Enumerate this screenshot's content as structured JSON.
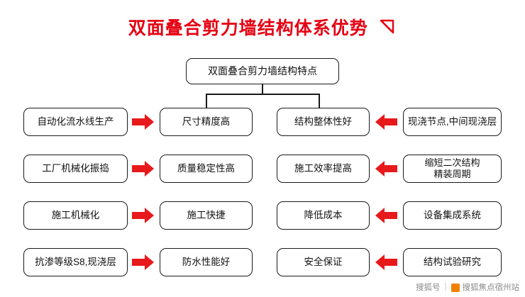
{
  "title": {
    "text": "双面叠合剪力墙结构体系优势",
    "color": "#e60012",
    "arrow_icon": "down-right-arrow-icon"
  },
  "diagram": {
    "head": {
      "label": "双面叠合剪力墙结构特点"
    },
    "arrow_color": "#e8191b",
    "columns": {
      "left_outer": [
        {
          "label": "自动化流水线生产"
        },
        {
          "label": "工厂机械化振捣"
        },
        {
          "label": "施工机械化"
        },
        {
          "label": "抗渗等级S8,现浇层"
        }
      ],
      "left_inner": [
        {
          "label": "尺寸精度高"
        },
        {
          "label": "质量稳定性高"
        },
        {
          "label": "施工快捷"
        },
        {
          "label": "防水性能好"
        }
      ],
      "right_inner": [
        {
          "label": "结构整体性好"
        },
        {
          "label": "施工效率提高"
        },
        {
          "label": "降低成本"
        },
        {
          "label": "安全保证"
        }
      ],
      "right_outer": [
        {
          "label": "现浇节点,中间现浇层"
        },
        {
          "label": "缩短二次结构\n精装周期"
        },
        {
          "label": "设备集成系统"
        },
        {
          "label": "结构试验研究"
        }
      ]
    }
  },
  "footer": {
    "left_text": "搜狐号",
    "separator": "|",
    "right_text": "搜狐焦点宿州站",
    "logo_icon": "sohu-logo-icon"
  }
}
